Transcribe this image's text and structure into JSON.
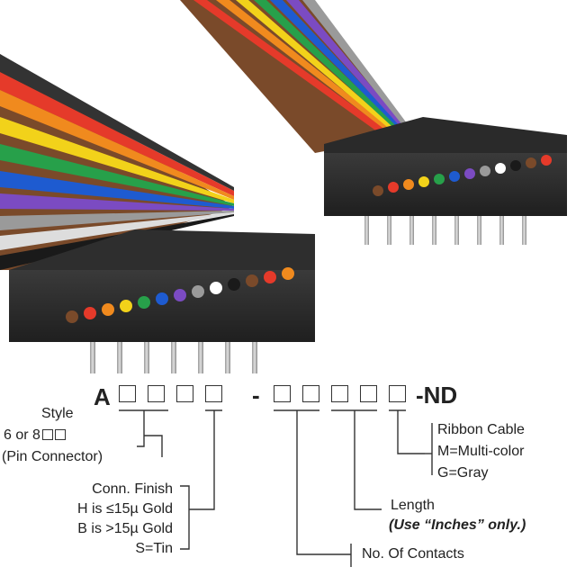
{
  "part_number": {
    "prefix": "A",
    "group1_boxes": 4,
    "separator": "-",
    "group2_boxes": 5,
    "suffix": "-ND"
  },
  "style": {
    "title": "Style",
    "options_a": "6 or 8",
    "description": "(Pin Connector)"
  },
  "conn_finish": {
    "title": "Conn. Finish",
    "line1": "H is ≤15µ  Gold",
    "line2": "B is >15µ  Gold",
    "line3": "S=Tin"
  },
  "contacts": {
    "label": "No. Of Contacts"
  },
  "length": {
    "label": "Length",
    "note": "(Use “Inches” only.)"
  },
  "ribbon": {
    "title": "Ribbon Cable",
    "option1": "M=Multi-color",
    "option2": "G=Gray"
  },
  "colors": {
    "connector_body": "#2b2b2b",
    "ribbon": [
      "#7a4a2a",
      "#e53a2a",
      "#f08a1e",
      "#f2d21a",
      "#27a04a",
      "#1e5bd0",
      "#7b4bc2",
      "#9a9a9a",
      "#ffffff",
      "#1a1a1a"
    ]
  }
}
